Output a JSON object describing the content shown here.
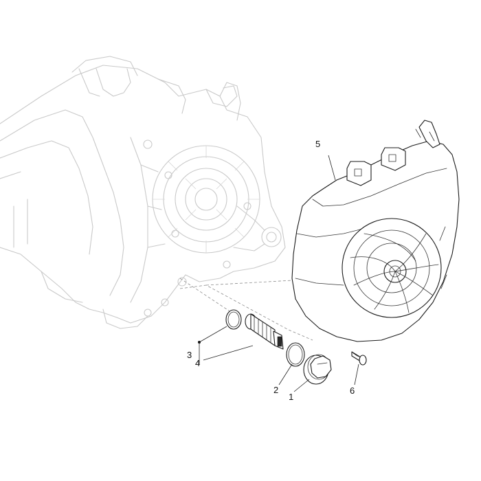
{
  "callouts": [
    {
      "id": "1",
      "label": "1"
    },
    {
      "id": "2",
      "label": "2"
    },
    {
      "id": "3",
      "label": "3"
    },
    {
      "id": "4",
      "label": "4"
    },
    {
      "id": "5",
      "label": "5"
    },
    {
      "id": "6",
      "label": "6"
    }
  ],
  "colors": {
    "line": "#1a1a1a",
    "ghost_line": "#c9c9c9",
    "background": "#ffffff"
  }
}
